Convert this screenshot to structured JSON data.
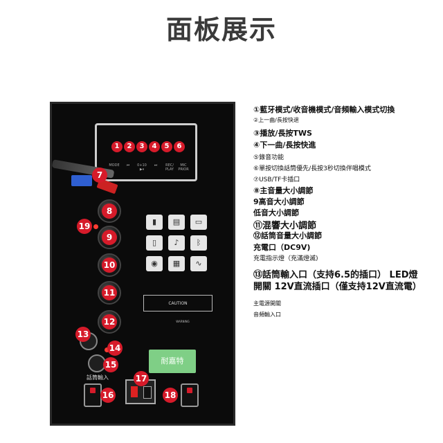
{
  "title": "面板展示",
  "panel": {
    "buttons": [
      "1",
      "2",
      "3",
      "4",
      "5",
      "6"
    ],
    "key_labels": [
      "MODE",
      "⏮",
      "0+10 ▶⏸",
      "⏭",
      "REC/ PLAY",
      "MIC PRIOR"
    ],
    "usb_marker": "7",
    "knobs": [
      "8",
      "9",
      "10",
      "11",
      "12"
    ],
    "mic_knob_marker": "19",
    "dc_marker": "13",
    "led_marker": "14",
    "mic_jack_marker": "15",
    "mic_label": "話筒輸入",
    "power_switch_marker": "16",
    "speaker_terminal_marker": "17",
    "led_switch_marker": "18",
    "caution_text": "CAUTION",
    "warning_text": "WARNING",
    "logo_text": "耐嘉特"
  },
  "descriptions": [
    "①藍牙模式/收音機模式/音頻輸入模式切換",
    "②上一曲/長按快退",
    "③播放/長按TWS",
    "④下一曲/長按快進",
    "⑤錄音功能",
    "⑥單按切換話筒優先/長按3秒切換伴唱模式",
    "⑦USB/TF卡插口",
    "⑧主音量大小調節",
    "9高音大小調節",
    "低音大小調節",
    "⑪混響大小調節",
    "⑫話筒音量大小調節",
    "充電口（DC9V)",
    "充電指示燈（充滿燈滅)",
    "⑬話筒輸入口（支持6.5的插口） LED燈",
    "開關 12V直流插口（僅支持12V直流電）",
    "主電源開關",
    "音頻輸入口"
  ]
}
